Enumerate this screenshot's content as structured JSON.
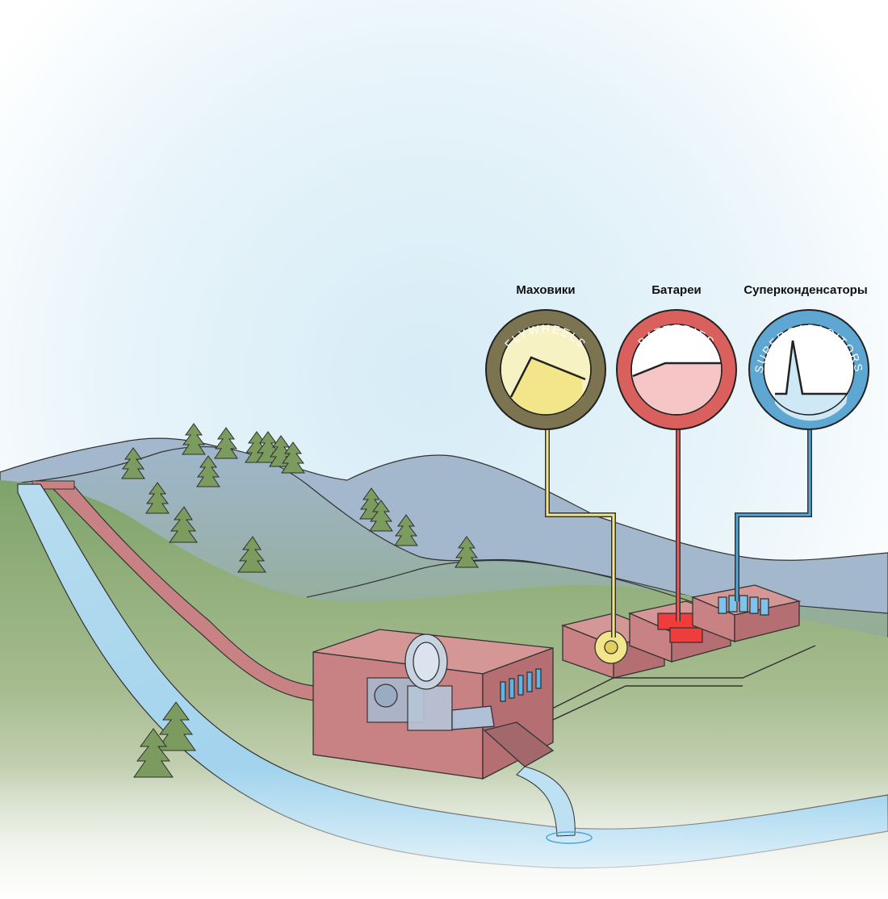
{
  "labels": {
    "flywheels_title": "Маховики",
    "batteries_title": "Батареи",
    "supercapacitors_title": "Суперконденсаторы",
    "flywheels_ring": "FLYWHEELS",
    "batteries_ring": "BATTERIES",
    "supercapacitors_ring": "SUPERCAPACITORS"
  },
  "colors": {
    "flywheels": "#f2e58a",
    "batteries": "#f4a9a9",
    "supercapacitors": "#a9d6ef",
    "building": "#c98284",
    "hill": "#9fb2c8",
    "grass": "#8fae6e",
    "river": "#9ccfea"
  }
}
